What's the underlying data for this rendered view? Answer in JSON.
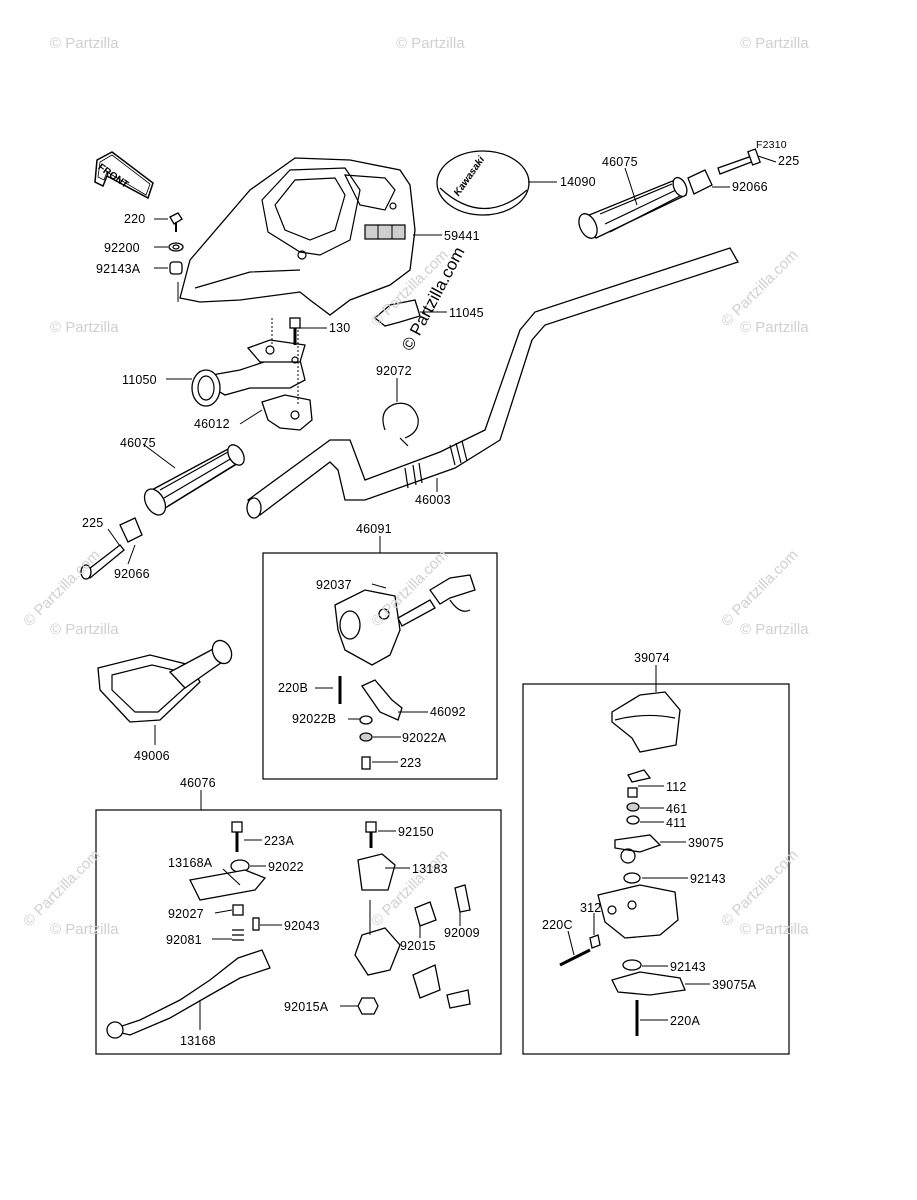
{
  "figure_code": "F2310",
  "front_arrow": "FRONT",
  "grip_logo": "Kawasaki",
  "watermark": "© Partzilla.com",
  "watermark_small": "© Partzilla",
  "parts": [
    {
      "id": "p220a",
      "label": "220"
    },
    {
      "id": "p92200",
      "label": "92200"
    },
    {
      "id": "p92143a",
      "label": "92143A"
    },
    {
      "id": "p59441",
      "label": "59441"
    },
    {
      "id": "p14090",
      "label": "14090"
    },
    {
      "id": "p46075a",
      "label": "46075"
    },
    {
      "id": "p225a",
      "label": "225"
    },
    {
      "id": "p92066a",
      "label": "92066"
    },
    {
      "id": "p11045",
      "label": "11045"
    },
    {
      "id": "p130",
      "label": "130"
    },
    {
      "id": "p11050",
      "label": "11050"
    },
    {
      "id": "p92072",
      "label": "92072"
    },
    {
      "id": "p46012",
      "label": "46012"
    },
    {
      "id": "p46075b",
      "label": "46075"
    },
    {
      "id": "p46003",
      "label": "46003"
    },
    {
      "id": "p225b",
      "label": "225"
    },
    {
      "id": "p92066b",
      "label": "92066"
    },
    {
      "id": "p46091",
      "label": "46091"
    },
    {
      "id": "p92037",
      "label": "92037"
    },
    {
      "id": "p220b",
      "label": "220B"
    },
    {
      "id": "p46092",
      "label": "46092"
    },
    {
      "id": "p92022b",
      "label": "92022B"
    },
    {
      "id": "p92022a",
      "label": "92022A"
    },
    {
      "id": "p223",
      "label": "223"
    },
    {
      "id": "p49006",
      "label": "49006"
    },
    {
      "id": "p39074",
      "label": "39074"
    },
    {
      "id": "p46076",
      "label": "46076"
    },
    {
      "id": "p112",
      "label": "112"
    },
    {
      "id": "p461",
      "label": "461"
    },
    {
      "id": "p411",
      "label": "411"
    },
    {
      "id": "p39075",
      "label": "39075"
    },
    {
      "id": "p92143",
      "label": "92143"
    },
    {
      "id": "p312",
      "label": "312"
    },
    {
      "id": "p220c",
      "label": "220C"
    },
    {
      "id": "p92143b",
      "label": "92143"
    },
    {
      "id": "p39075a",
      "label": "39075A"
    },
    {
      "id": "p220a2",
      "label": "220A"
    },
    {
      "id": "p223a",
      "label": "223A"
    },
    {
      "id": "p92150",
      "label": "92150"
    },
    {
      "id": "p13168a",
      "label": "13168A"
    },
    {
      "id": "p92022",
      "label": "92022"
    },
    {
      "id": "p13183",
      "label": "13183"
    },
    {
      "id": "p92027",
      "label": "92027"
    },
    {
      "id": "p92043",
      "label": "92043"
    },
    {
      "id": "p92081",
      "label": "92081"
    },
    {
      "id": "p92015",
      "label": "92015"
    },
    {
      "id": "p92009",
      "label": "92009"
    },
    {
      "id": "p92015a",
      "label": "92015A"
    },
    {
      "id": "p13168",
      "label": "13168"
    }
  ]
}
